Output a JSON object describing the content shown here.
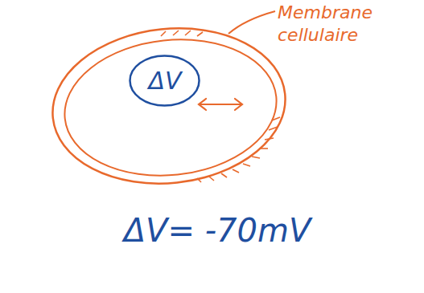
{
  "diagram": {
    "nodes": [
      {
        "text": [
          "ΔV"
        ]
      }
    ],
    "labels": [
      "Membrane cellulaire",
      "ΔV= -70mV"
    ]
  }
}
